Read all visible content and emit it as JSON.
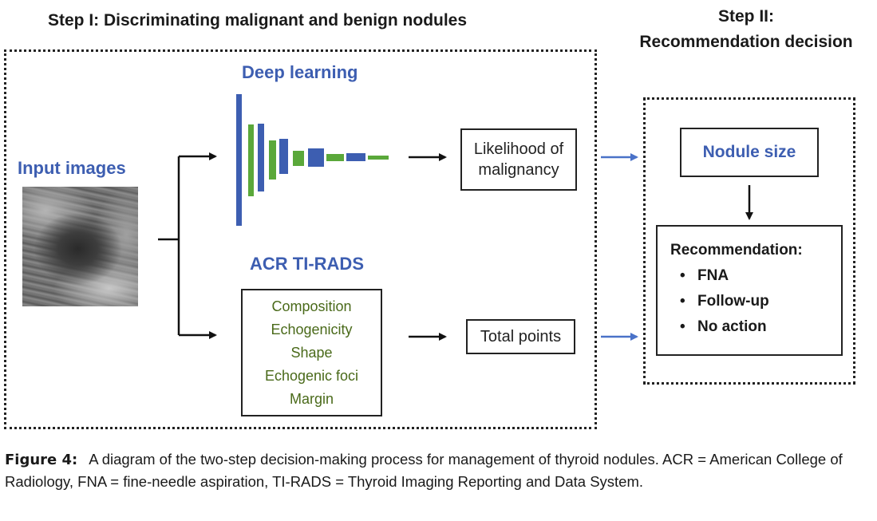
{
  "step1": {
    "title": "Step I: Discriminating malignant and benign nodules"
  },
  "step2": {
    "title_line1": "Step II:",
    "title_line2": "Recommendation decision"
  },
  "input": {
    "label": "Input images"
  },
  "deep_learning": {
    "label": "Deep learning"
  },
  "acr": {
    "label": "ACR TI-RADS",
    "features": [
      "Composition",
      "Echogenicity",
      "Shape",
      "Echogenic foci",
      "Margin"
    ]
  },
  "likelihood": {
    "line1": "Likelihood of",
    "line2": "malignancy"
  },
  "total_points": {
    "label": "Total points"
  },
  "nodule_size": {
    "label": "Nodule size"
  },
  "recommendation": {
    "title": "Recommendation:",
    "items": [
      "FNA",
      "Follow-up",
      "No action"
    ]
  },
  "caption": {
    "label": "Figure 4:",
    "text": "A diagram of the two-step decision-making process for management of thyroid nodules. ACR = American College of Radiology, FNA = fine-needle aspiration, TI-RADS = Thyroid Imaging Reporting and Data System."
  },
  "colors": {
    "blue": "#3d5eb1",
    "green": "#5aa83a",
    "arrow_blue": "#4a72c8",
    "feature_text": "#4a6a1a"
  }
}
